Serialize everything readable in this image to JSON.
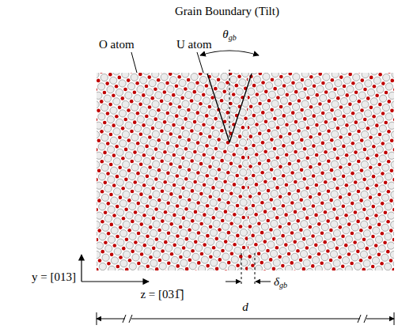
{
  "diagram": {
    "title": "Grain Boundary (Tilt)",
    "labels": [
      "O atom",
      "U atom",
      "θgb",
      "y = [013]",
      "z = [031̅]",
      "δgb",
      "d"
    ]
  }
}
